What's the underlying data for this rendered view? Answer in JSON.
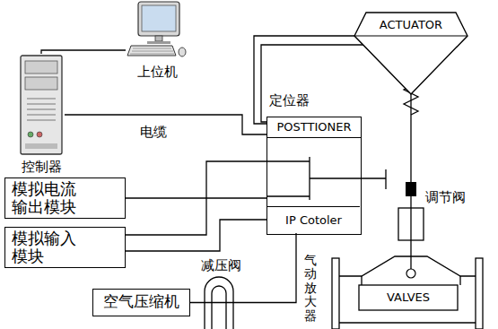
{
  "diagram": {
    "nodes": [
      {
        "text": [
          "上位机"
        ]
      },
      {
        "text": [
          "控制器"
        ]
      },
      {
        "text": [
          "定位器",
          "POSTTIONER"
        ]
      },
      {
        "text": [
          "IP Cotoler"
        ],
        "in": 2
      },
      {
        "text": [
          "ACTUATOR"
        ]
      },
      {
        "text": [
          "模拟电流 输出模块"
        ]
      },
      {
        "text": [
          "模拟输入 模块"
        ]
      },
      {
        "text": [
          "空气压缩机"
        ]
      },
      {
        "text": [
          "VALVES"
        ]
      }
    ],
    "edges": [
      {
        "from": 0,
        "to": 1,
        "arrow": "none"
      },
      {
        "from": 1,
        "to": 2,
        "label": "电缆",
        "arrow": "none"
      },
      {
        "from": 2,
        "to": 4,
        "arrow": "none"
      },
      {
        "from": 5,
        "to": 2,
        "arrow": "none"
      },
      {
        "from": 6,
        "to": 2,
        "arrow": "none"
      },
      {
        "from": 6,
        "to": 3,
        "arrow": "none"
      },
      {
        "from": 7,
        "to": 3,
        "arrow": "none"
      },
      {
        "from": 4,
        "to": 8,
        "arrow": "none"
      }
    ],
    "labels": [
      "调节阀",
      "减压阀",
      "气动放大器"
    ]
  }
}
